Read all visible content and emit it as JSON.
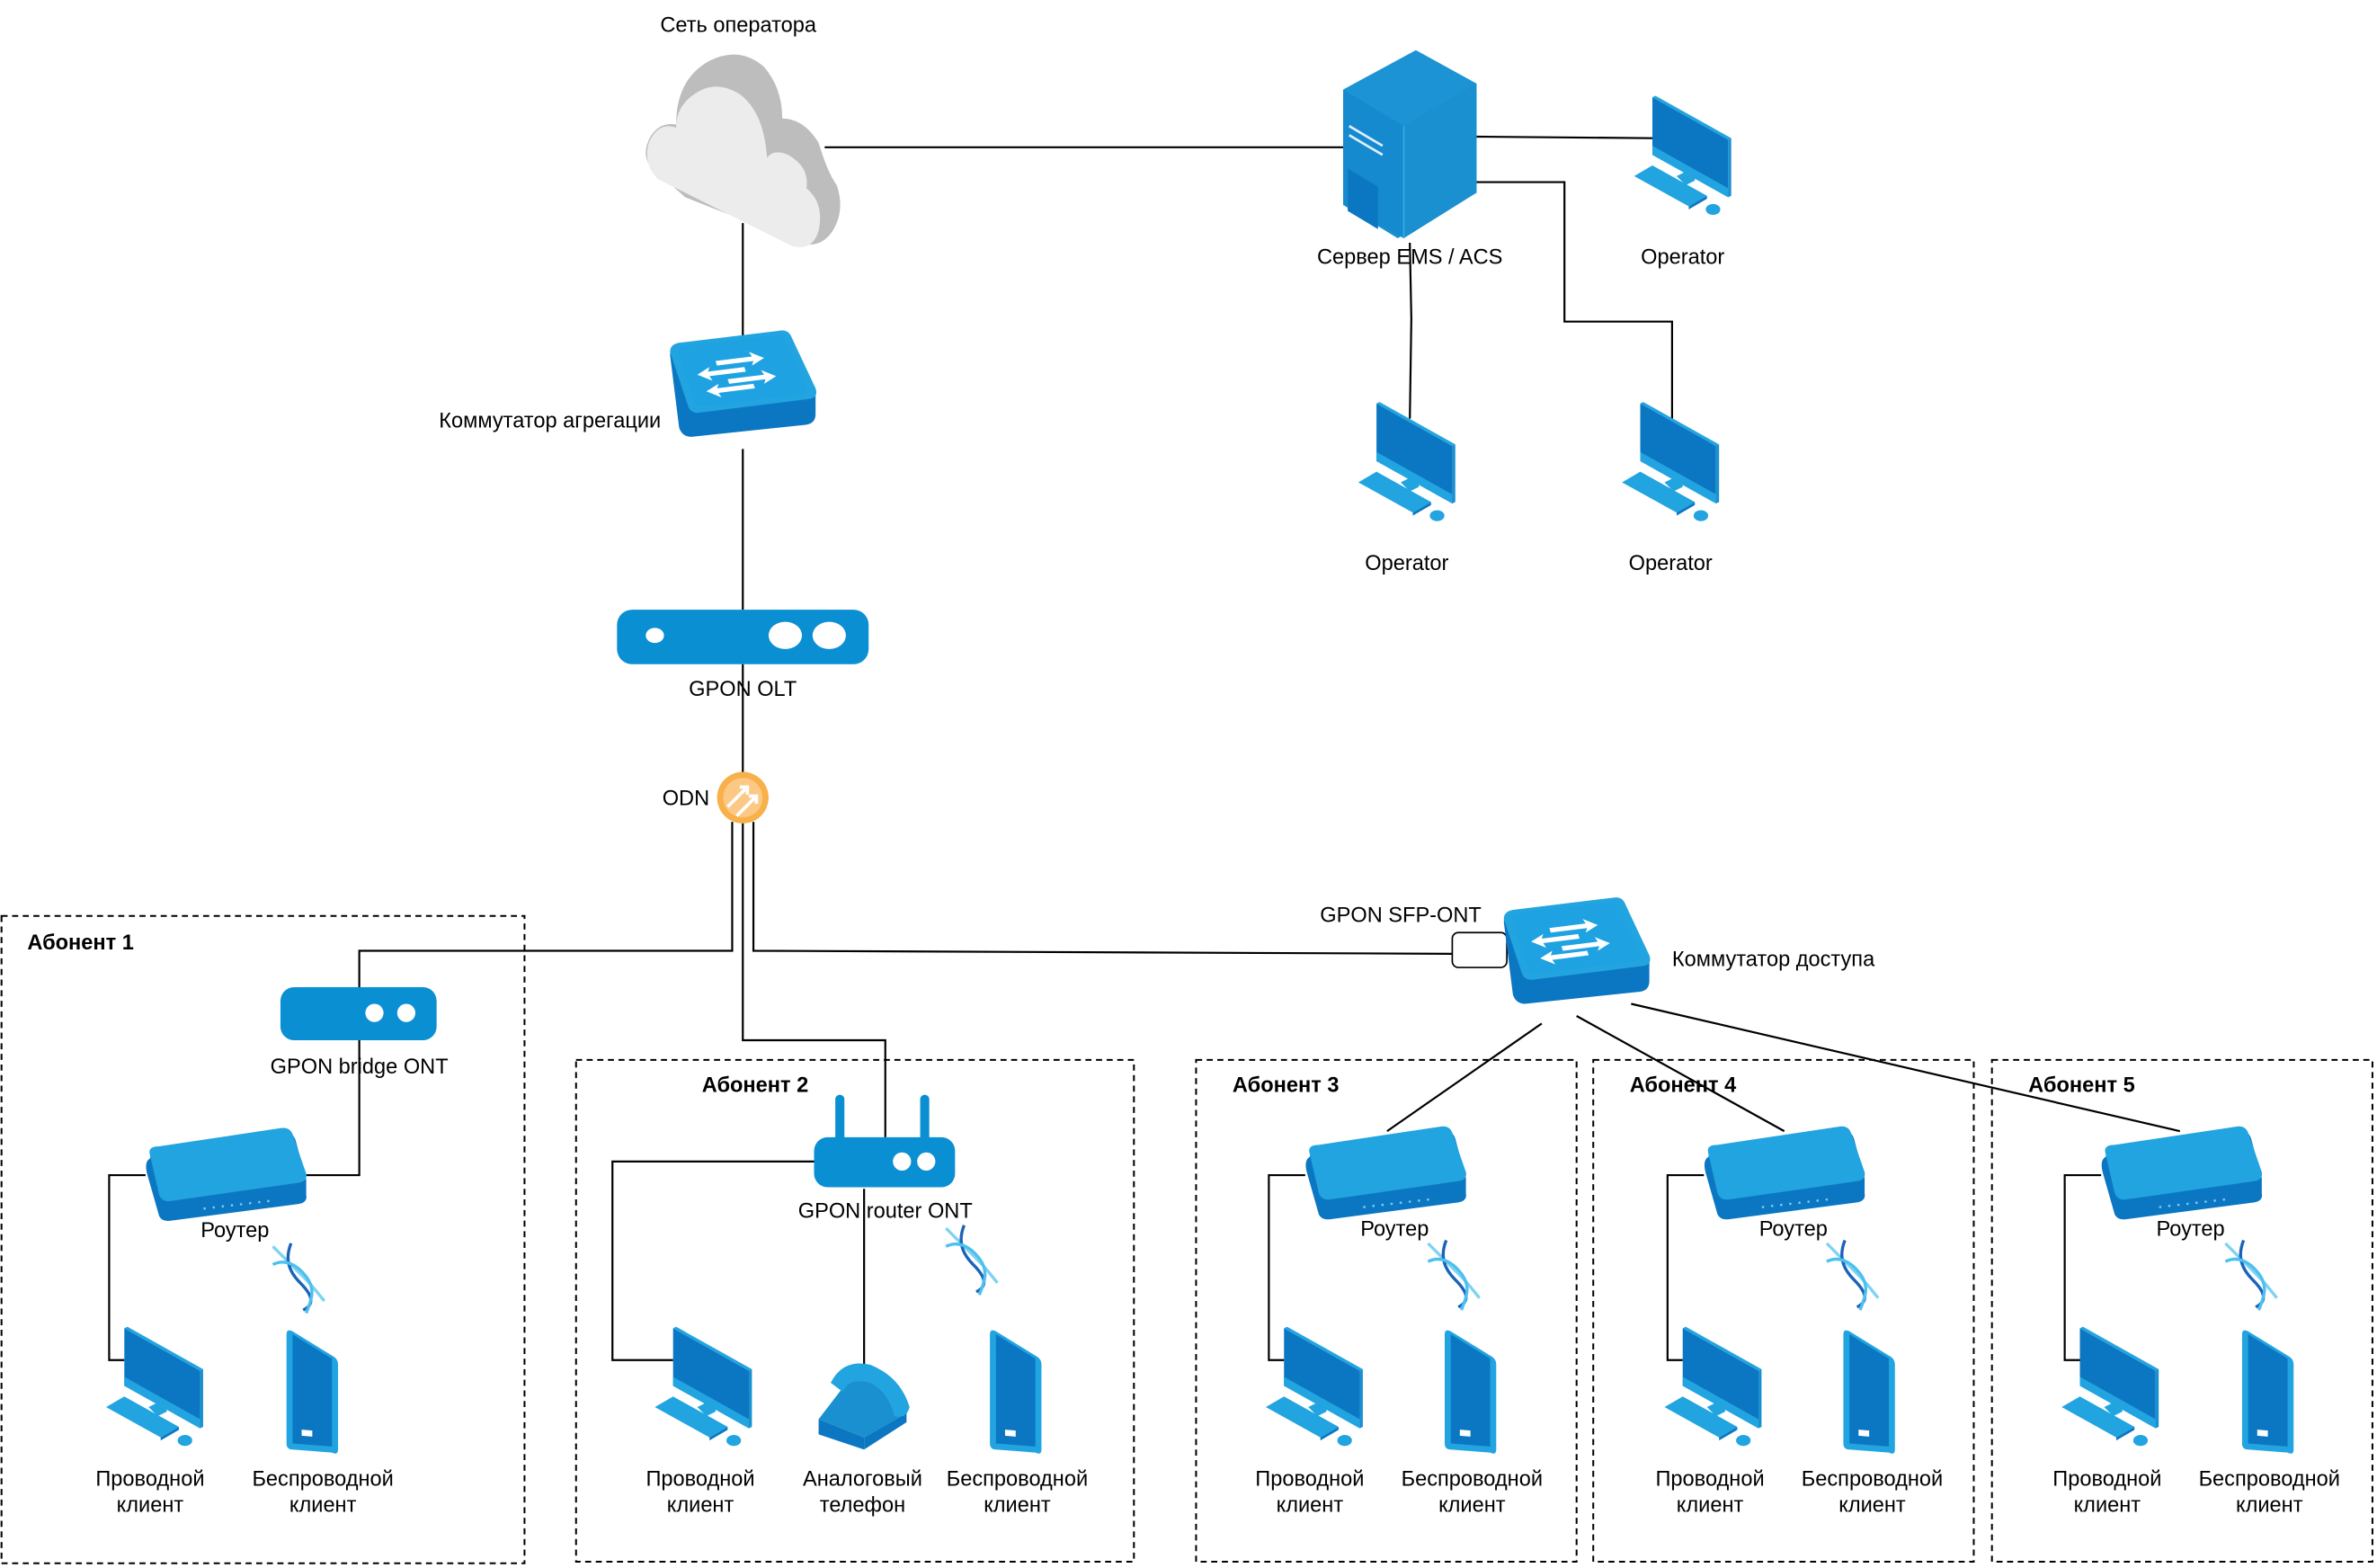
{
  "title": "GPON network topology",
  "colors": {
    "device_blue": "#0a8fd3",
    "device_dark": "#0b77c2",
    "device_light": "#22a4e0",
    "cloud_light": "#ececec",
    "cloud_dark": "#bdbdbd",
    "odn_orange": "#f8b04a",
    "odn_inner": "#fcc885"
  },
  "core": {
    "cloud_label": "Сеть оператора",
    "server_label": "Сервер EMS / ACS",
    "aggregation_switch_label": "Коммутатор агрегации",
    "olt_label": "GPON OLT",
    "odn_label": "ODN",
    "operators": [
      "Operator",
      "Operator",
      "Operator"
    ]
  },
  "access": {
    "sfp_label": "GPON SFP-ONT",
    "switch_label": "Коммутатор доступа"
  },
  "subscribers": [
    {
      "title": "Абонент 1",
      "ont_label": "GPON bridge ONT",
      "router_label": "Роутер",
      "wired": [
        "Проводной",
        "клиент"
      ],
      "wireless": [
        "Беспроводной",
        "клиент"
      ]
    },
    {
      "title": "Абонент 2",
      "ont_label": "GPON router ONT",
      "wired": [
        "Проводной",
        "клиент"
      ],
      "phone": [
        "Аналоговый",
        "телефон"
      ],
      "wireless": [
        "Беспроводной",
        "клиент"
      ]
    },
    {
      "title": "Абонент 3",
      "router_label": "Роутер",
      "wired": [
        "Проводной",
        "клиент"
      ],
      "wireless": [
        "Беспроводной",
        "клиент"
      ]
    },
    {
      "title": "Абонент 4",
      "router_label": "Роутер",
      "wired": [
        "Проводной",
        "клиент"
      ],
      "wireless": [
        "Беспроводной",
        "клиент"
      ]
    },
    {
      "title": "Абонент 5",
      "router_label": "Роутер",
      "wired": [
        "Проводной",
        "клиент"
      ],
      "wireless": [
        "Беспроводной",
        "клиент"
      ]
    }
  ]
}
